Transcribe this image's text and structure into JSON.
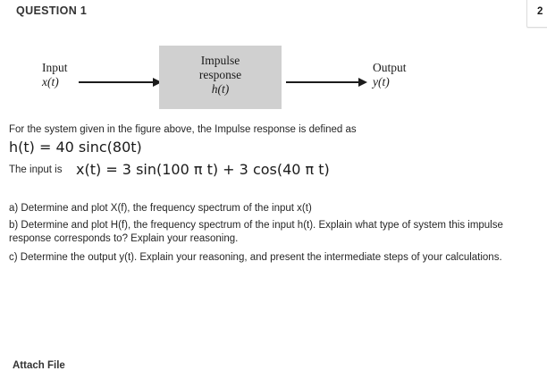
{
  "header": {
    "question_title": "QUESTION 1",
    "points": "2"
  },
  "diagram": {
    "input_label_line1": "Input",
    "input_label_line2": "x(t)",
    "box_line1": "Impulse",
    "box_line2": "response",
    "box_line3": "h(t)",
    "output_label_line1": "Output",
    "output_label_line2": "y(t)",
    "box_fill_color": "#d0d0d0",
    "arrow_color": "#1b1b1b",
    "input_arrow_name": "input-arrow",
    "output_arrow_name": "output-arrow"
  },
  "body": {
    "intro": "For the system given in the figure above, the Impulse response is defined as",
    "equation_h": "h(t) = 40 sinc(80t)",
    "input_is_label": "The input is",
    "equation_x": "x(t) = 3 sin(100 π t) + 3 cos(40 π t)",
    "parts": [
      "a) Determine and plot X(f), the frequency spectrum of the input x(t)",
      "b) Determine and plot H(f), the frequency spectrum of the input h(t). Explain what type of system this impulse response corresponds to? Explain your reasoning.",
      "c) Determine the output y(t). Explain your reasoning, and present the intermediate steps of your calculations."
    ]
  },
  "footer": {
    "attach_file_label": "Attach File"
  }
}
